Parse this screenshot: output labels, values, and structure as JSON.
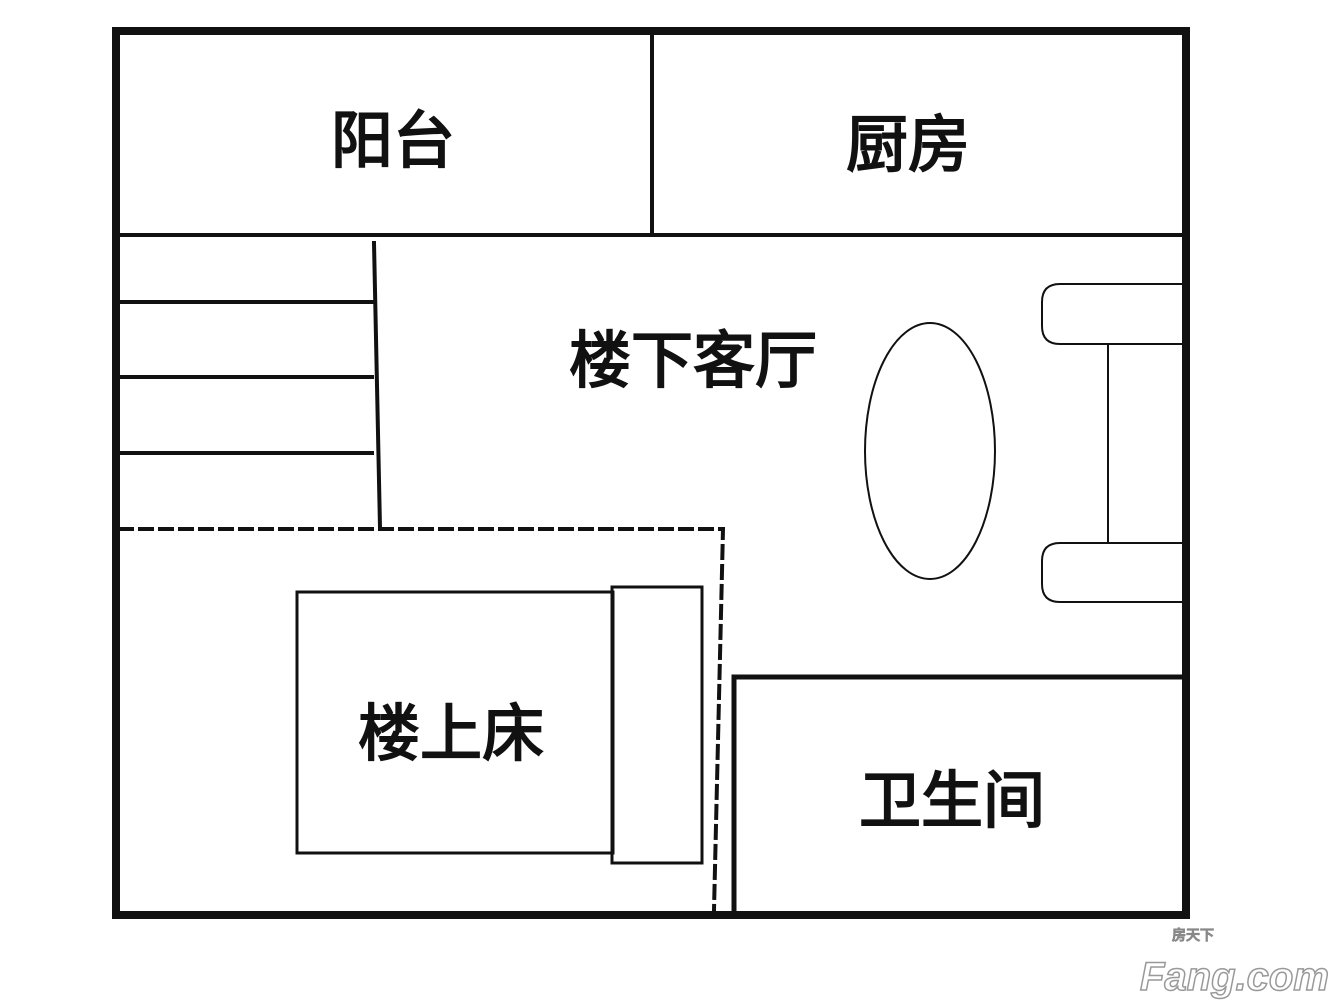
{
  "rooms": {
    "balcony": "阳台",
    "kitchen": "厨房",
    "living_room": "楼下客厅",
    "loft_bed": "楼上床",
    "bathroom": "卫生间"
  },
  "watermark": {
    "brand": "Fang.com",
    "cn": "房天下"
  }
}
